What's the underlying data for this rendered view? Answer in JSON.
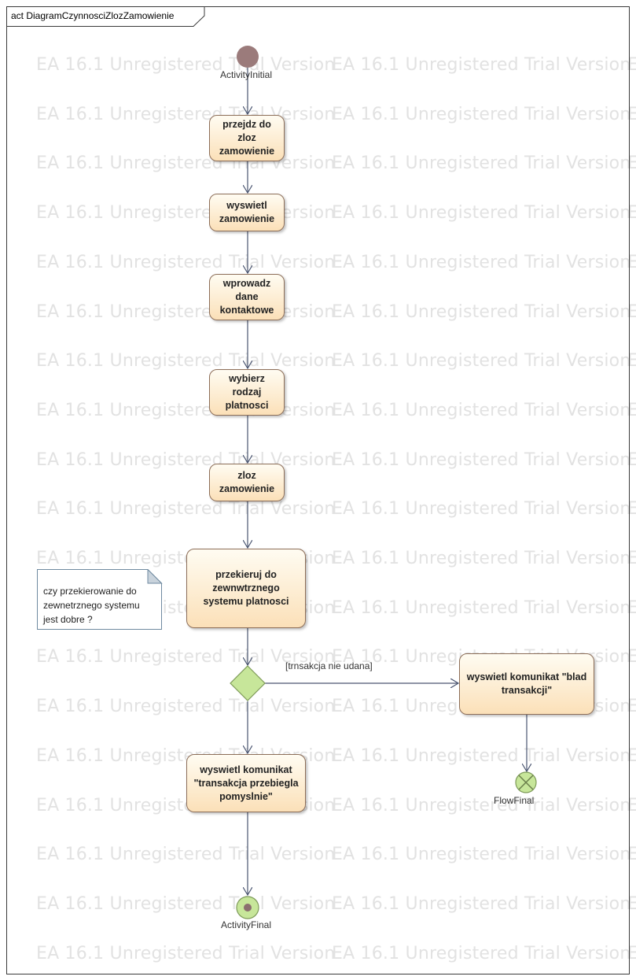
{
  "diagram": {
    "title": "act DiagramCzynnosciZlozZamowienie",
    "watermark_text": "EA 16.1 Unregistered Trial Version"
  },
  "nodes": {
    "initial_label": "ActivityInitial",
    "actions": [
      "przejdz do\nzloz\nzamowienie",
      "wyswietl\nzamowienie",
      "wprowadz\ndane\nkontaktowe",
      "wybierz\nrodzaj\nplatnosci",
      "zloz\nzamowienie",
      "przekieruj do\nzewnwtrznego\nsystemu platnosci",
      "wyswietl komunikat \"blad\ntransakcji\"",
      "wyswietl komunikat\n\"transakcja przebiegla\npomyslnie\""
    ],
    "guard_label": "[trnsakcja nie udana]",
    "flow_final_label": "FlowFinal",
    "activity_final_label": "ActivityFinal"
  },
  "note": {
    "text": "czy przekierowanie do\nzewnetrznego systemu\njest dobre ?"
  },
  "colors": {
    "initial_fill": "#9b7b7b",
    "action_border": "#8d6e58",
    "action_fill_top": "#fffcf2",
    "action_fill_bottom": "#fbe0b8",
    "decision_fill": "#c7e69a",
    "final_fill": "#c7e69a",
    "edge": "#4a5570",
    "watermark": "#e2e2e2"
  }
}
